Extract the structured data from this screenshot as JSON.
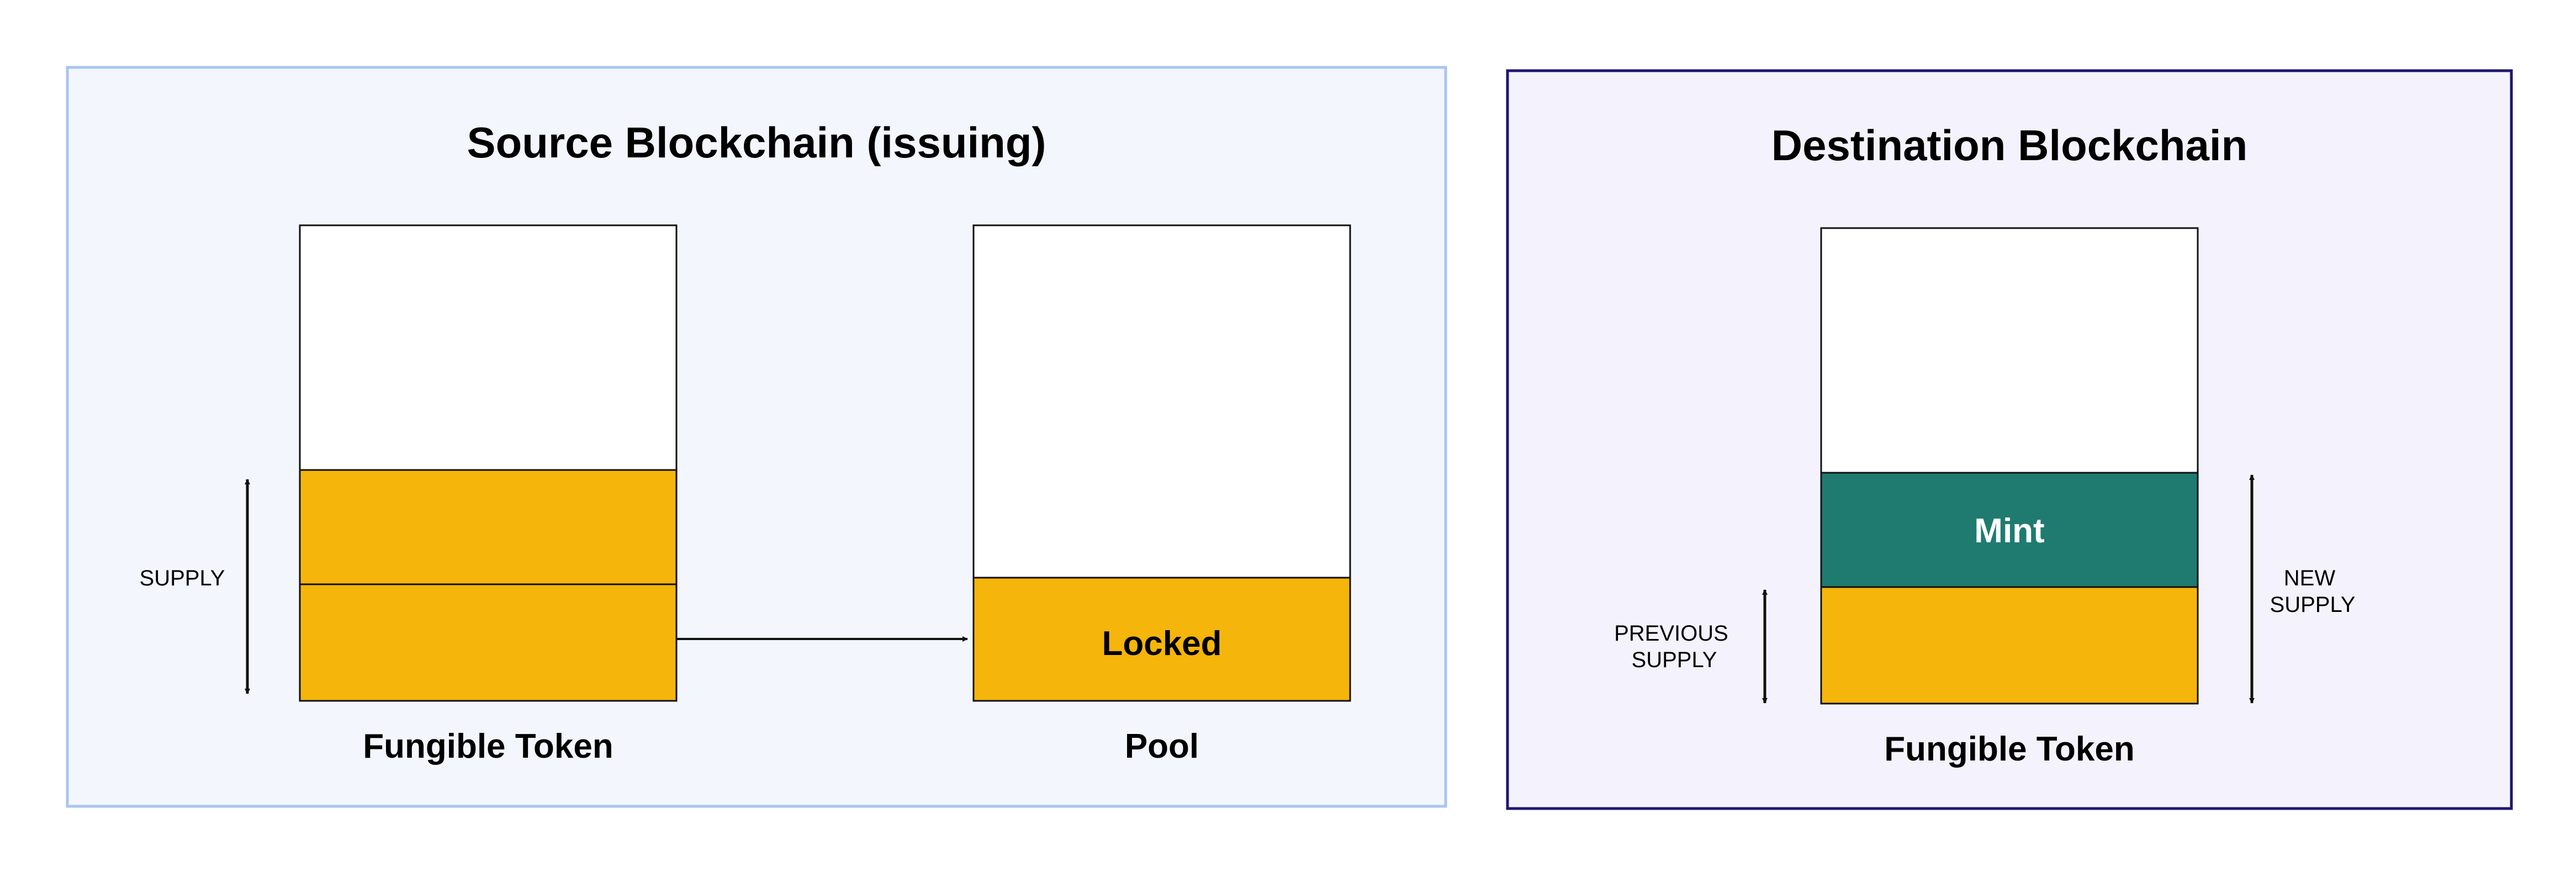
{
  "source": {
    "title": "Source Blockchain (issuing)",
    "token_caption": "Fungible Token",
    "pool_caption": "Pool",
    "supply_label": "SUPPLY",
    "locked_label": "Locked"
  },
  "destination": {
    "title": "Destination Blockchain",
    "token_caption": "Fungible Token",
    "mint_label": "Mint",
    "previous_supply_label": [
      "PREVIOUS",
      "SUPPLY"
    ],
    "new_supply_label": [
      "NEW",
      "SUPPLY"
    ]
  },
  "colors": {
    "source_bg": "#f3f6fd",
    "source_border": "#a9c4ef",
    "dest_bg": "#f4f3fd",
    "dest_border": "#1f1670",
    "token_yellow": "#f5b50a",
    "mint_green": "#1f7b70",
    "empty": "#ffffff",
    "line": "#111111"
  }
}
